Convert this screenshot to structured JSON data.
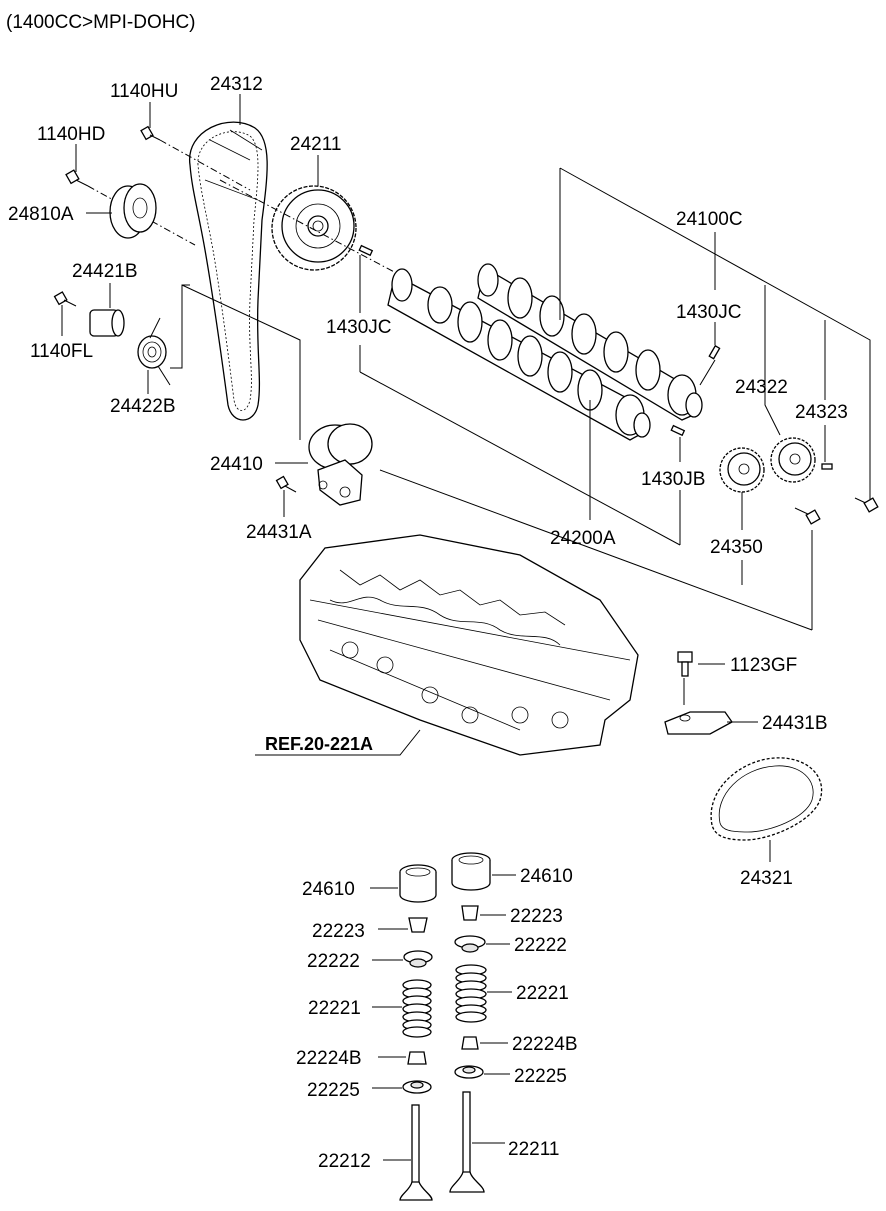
{
  "header": "(1400CC>MPI-DOHC)",
  "reference": "REF.20-221A",
  "parts": {
    "p24312": "24312",
    "p1140HU": "1140HU",
    "p1140HD": "1140HD",
    "p24211": "24211",
    "p24810A": "24810A",
    "p24421B": "24421B",
    "p1140FL": "1140FL",
    "p24422B": "24422B",
    "p1430JC_left": "1430JC",
    "p24100C": "24100C",
    "p1430JC_right": "1430JC",
    "p24322": "24322",
    "p24323": "24323",
    "p24410": "24410",
    "p1430JB": "1430JB",
    "p24431A": "24431A",
    "p24200A": "24200A",
    "p24350": "24350",
    "p1123GF": "1123GF",
    "p24431B": "24431B",
    "p24321": "24321",
    "p24610_left": "24610",
    "p24610_right": "24610",
    "p22223_left": "22223",
    "p22223_right": "22223",
    "p22222_left": "22222",
    "p22222_right": "22222",
    "p22221_left": "22221",
    "p22221_right": "22221",
    "p22224B_left": "22224B",
    "p22224B_right": "22224B",
    "p22225_left": "22225",
    "p22225_right": "22225",
    "p22212": "22212",
    "p22211": "22211"
  }
}
